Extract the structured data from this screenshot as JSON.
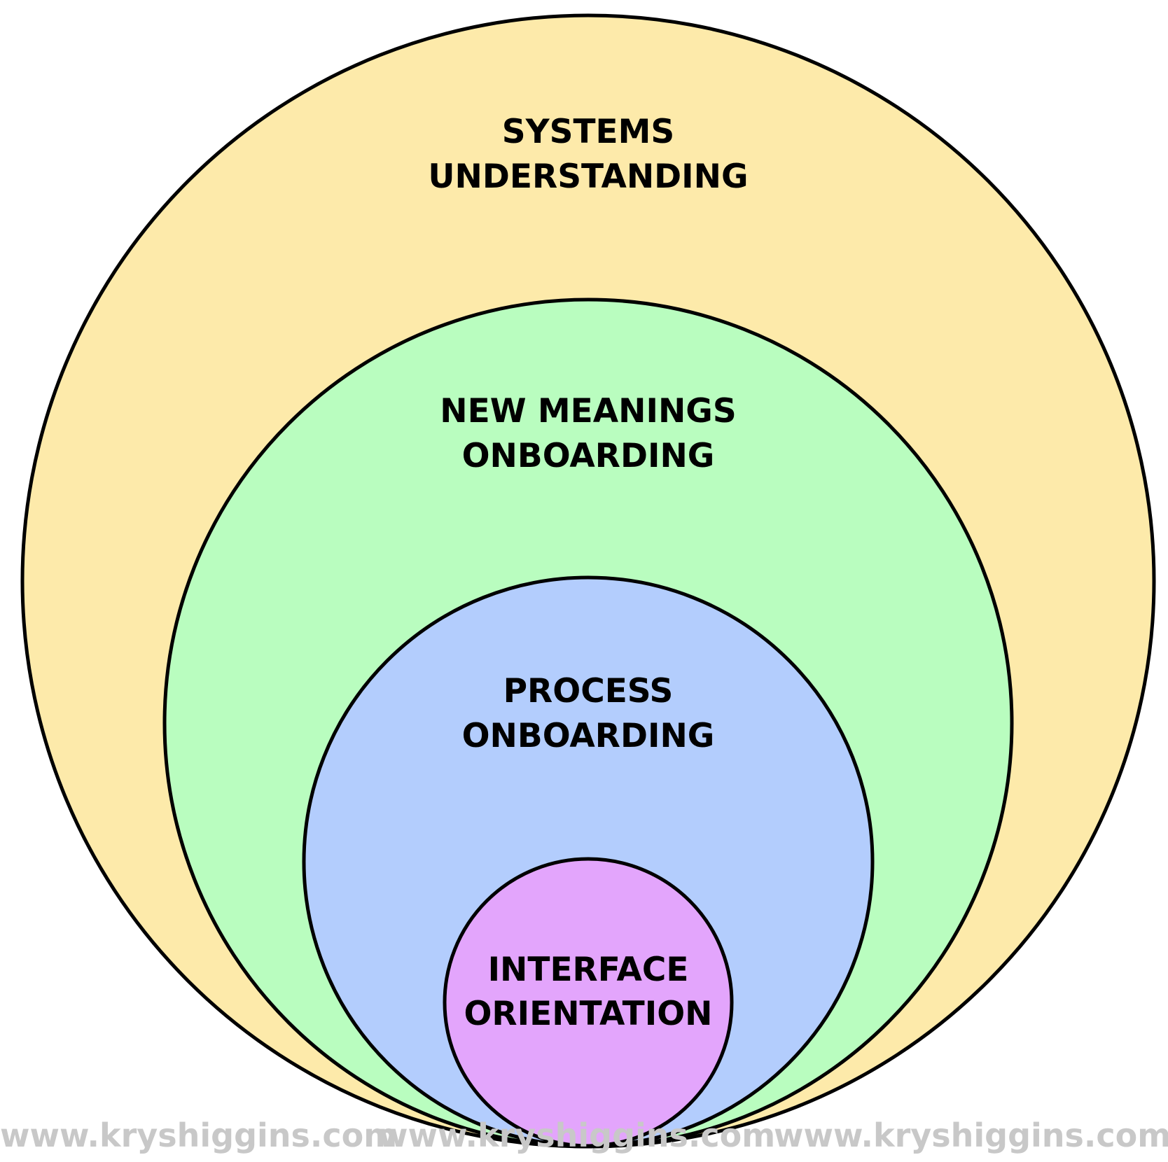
{
  "diagram": {
    "type": "nested-circles",
    "rings": [
      {
        "id": "systems",
        "lines": [
          "SYSTEMS",
          "UNDERSTANDING"
        ],
        "fill": "#fdeaaa",
        "stroke": "#000000"
      },
      {
        "id": "new-meanings",
        "lines": [
          "NEW MEANINGS",
          "ONBOARDING"
        ],
        "fill": "#b9fdbf",
        "stroke": "#000000"
      },
      {
        "id": "process",
        "lines": [
          "PROCESS",
          "ONBOARDING"
        ],
        "fill": "#b3cdfd",
        "stroke": "#000000"
      },
      {
        "id": "interface",
        "lines": [
          "INTERFACE",
          "ORIENTATION"
        ],
        "fill": "#e3a5fc",
        "stroke": "#000000"
      }
    ]
  },
  "watermark": {
    "text": "www.kryshiggins.com",
    "color": "#c8c8c8"
  }
}
